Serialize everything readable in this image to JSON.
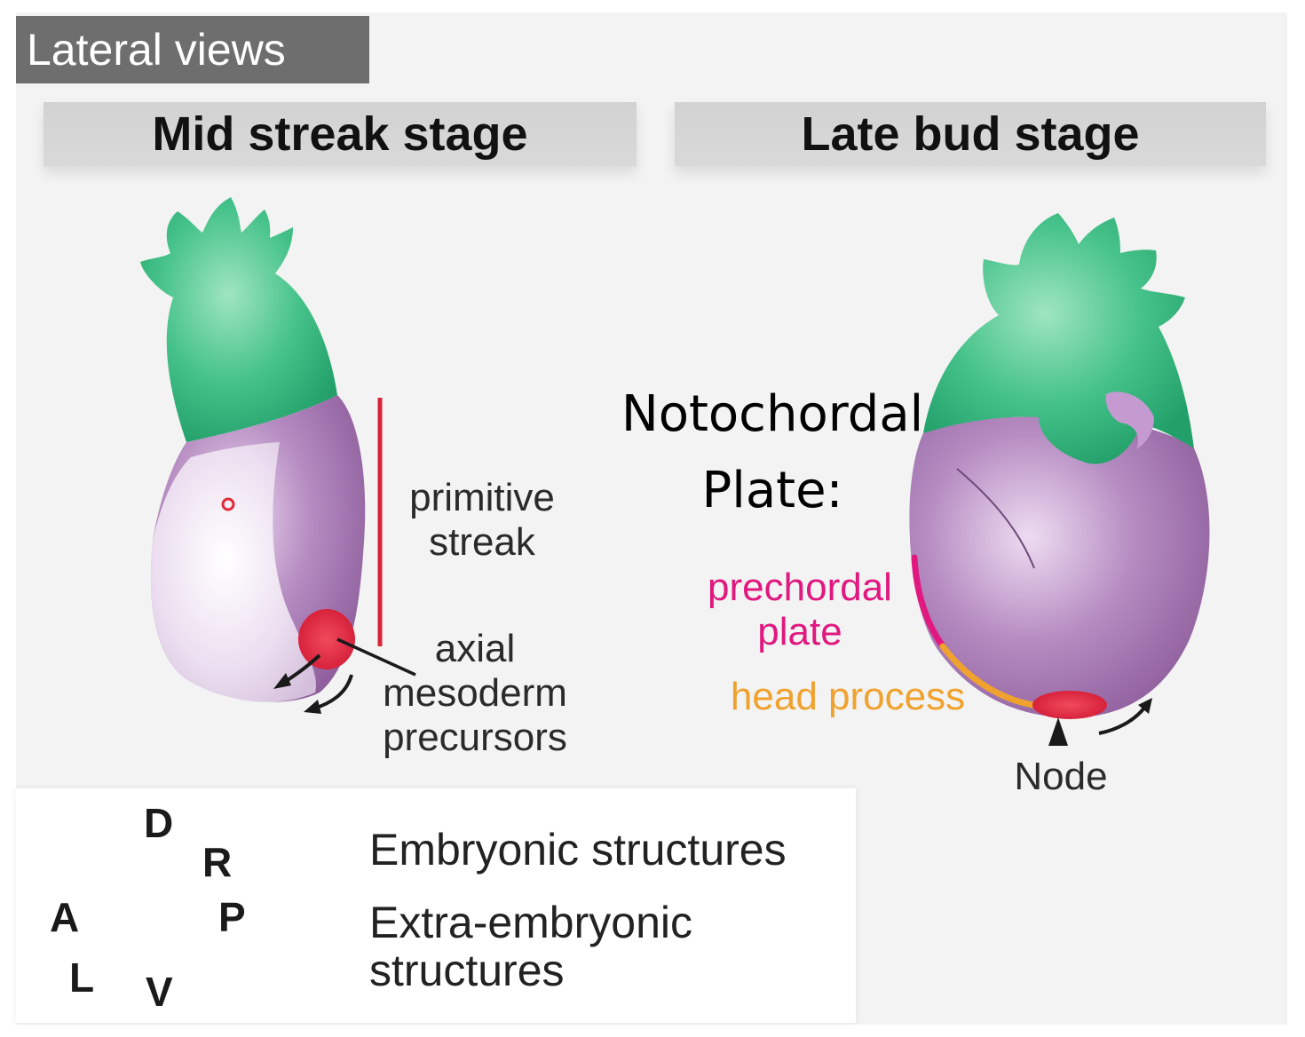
{
  "header": {
    "view_label": "Lateral views",
    "mid_stage": "Mid streak stage",
    "late_stage": "Late bud stage"
  },
  "labels": {
    "primitive_streak": [
      "primitive",
      "streak"
    ],
    "axial_mesoderm": [
      "axial",
      "mesoderm",
      "precursors"
    ],
    "notochordal_plate": [
      "Notochordal",
      "Plate:"
    ],
    "prechordal_plate": [
      "prechordal",
      "plate"
    ],
    "head_process": "head process",
    "node": "Node"
  },
  "axes": {
    "dorsal": "D",
    "ventral": "V",
    "anterior": "A",
    "posterior": "P",
    "right": "R",
    "left": "L"
  },
  "legend": {
    "embryonic": "Embryonic structures",
    "extra_embryonic": [
      "Extra-embryonic",
      "structures"
    ]
  },
  "colors": {
    "embryonic": "#a77fb3",
    "extra_embryonic": "#3fbf85",
    "primitive_streak": "#d6243a",
    "prechordal_plate": "#e0187f",
    "head_process": "#f0a22e",
    "node": "#d61e3a"
  }
}
